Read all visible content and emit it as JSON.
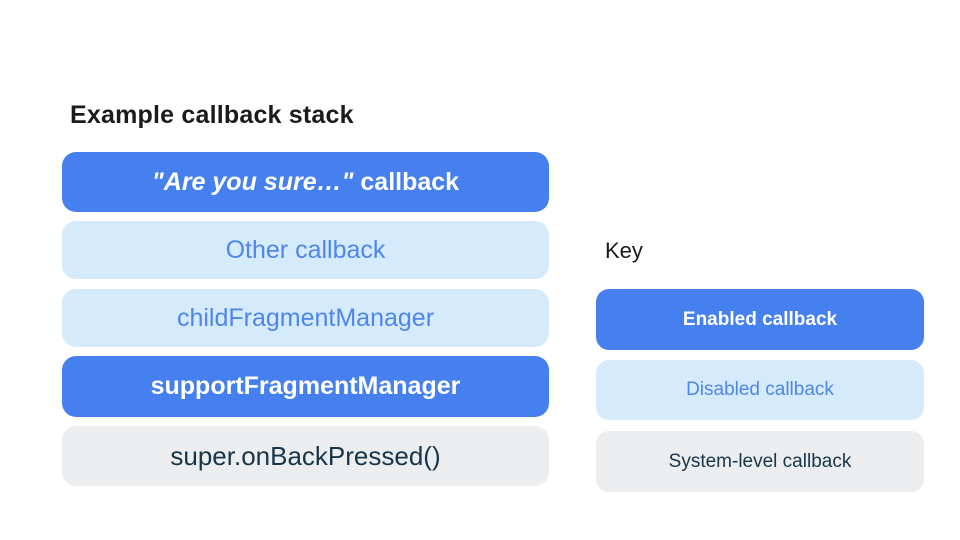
{
  "diagram": {
    "background_color": "#ffffff",
    "colors": {
      "enabled_bg": "#4580ee",
      "enabled_text": "#ffffff",
      "disabled_bg": "#d5eafb",
      "disabled_text": "#4e86ec",
      "system_bg": "#ecedef",
      "system_text": "#17364a",
      "heading_text": "#1b1b1b"
    },
    "stack": {
      "title": "Example callback stack",
      "items": [
        {
          "quote": "\"Are you sure…\"",
          "rest": " callback",
          "type": "enabled"
        },
        {
          "label": "Other callback",
          "type": "disabled"
        },
        {
          "label": "childFragmentManager",
          "type": "disabled"
        },
        {
          "label": "supportFragmentManager",
          "type": "enabled"
        },
        {
          "label": "super.onBackPressed()",
          "type": "system"
        }
      ]
    },
    "key": {
      "title": "Key",
      "items": [
        {
          "label": "Enabled callback",
          "type": "enabled"
        },
        {
          "label": "Disabled callback",
          "type": "disabled"
        },
        {
          "label": "System-level callback",
          "type": "system"
        }
      ]
    }
  }
}
